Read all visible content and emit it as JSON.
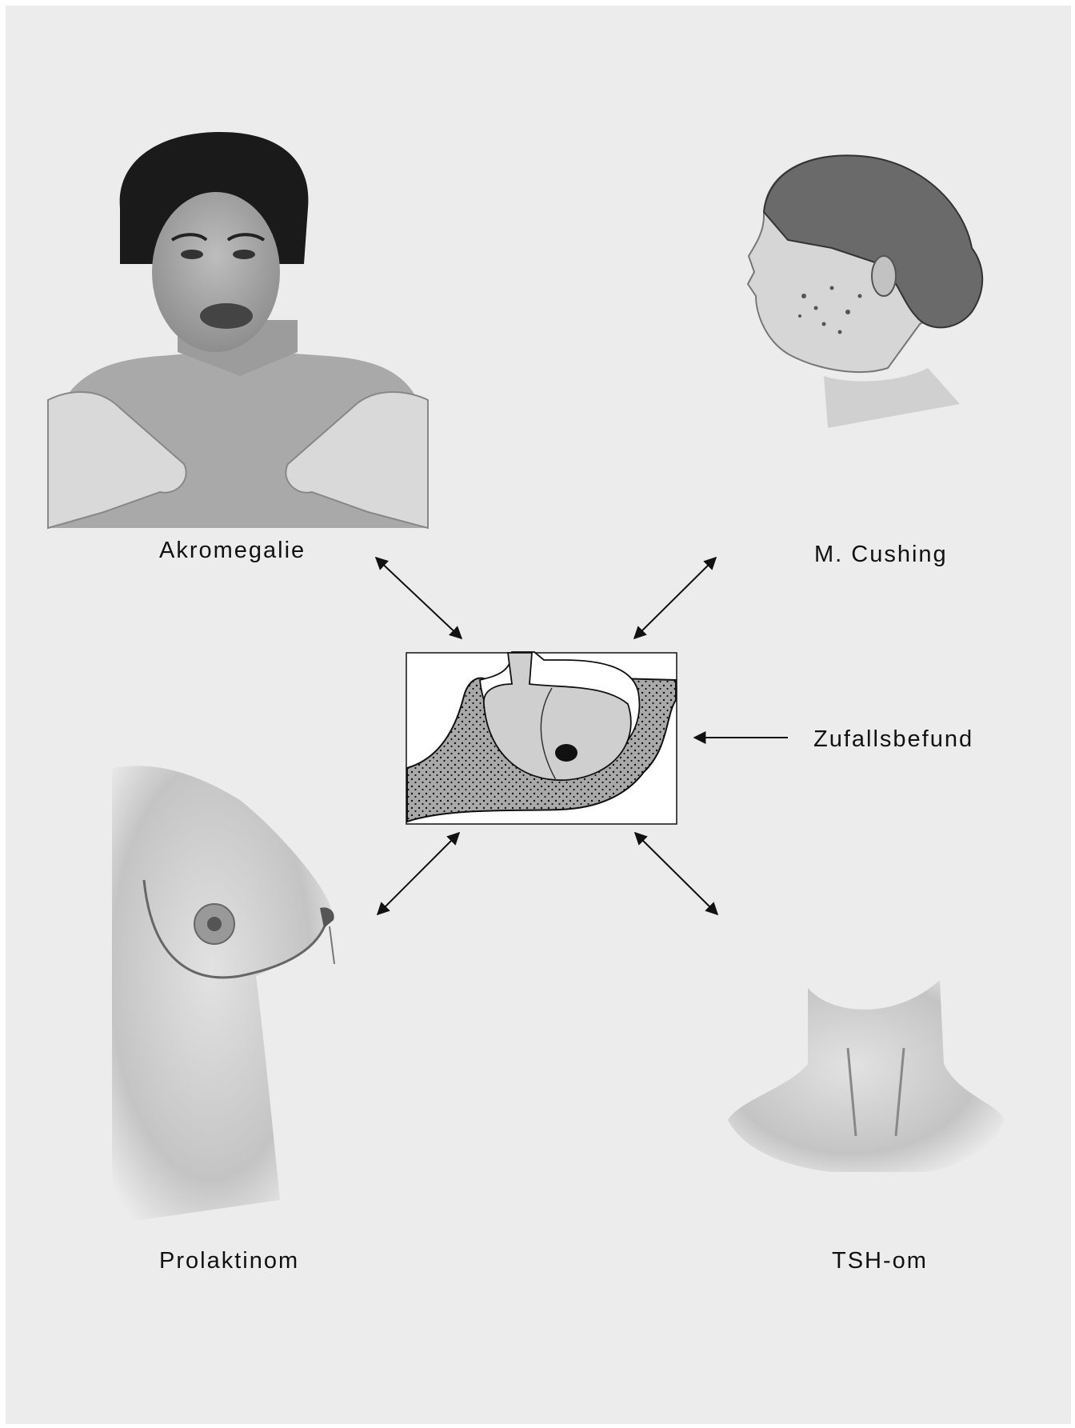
{
  "labels": {
    "acromegaly": "Akromegalie",
    "cushing": "M. Cushing",
    "incidental": "Zufallsbefund",
    "prolactinoma": "Prolaktinom",
    "tsh": "TSH-om"
  },
  "colors": {
    "background": "#ececec",
    "ink": "#111111",
    "bone": "#9a9a9a",
    "gland": "#cfcfcf"
  }
}
